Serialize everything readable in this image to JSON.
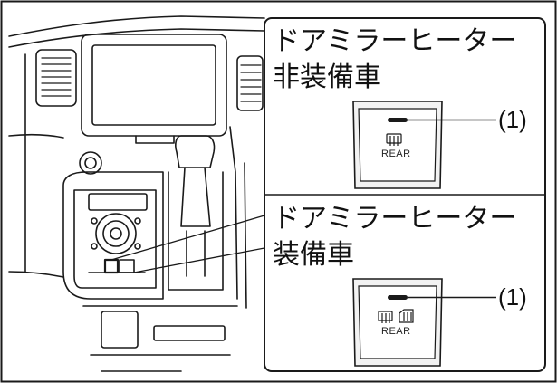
{
  "figure": {
    "illustration": "car-dashboard-line-drawing",
    "stroke_color": "#1a1a1a",
    "panel_fill": "#ffffff",
    "switch_fill": "#f2f2f2"
  },
  "panels": [
    {
      "title_line1": "ドアミラーヒーター",
      "title_line2": "非装備車",
      "switch_label": "REAR",
      "switch_icons": [
        "rear-defogger-icon"
      ],
      "callout": "(1)"
    },
    {
      "title_line1": "ドアミラーヒーター",
      "title_line2": "装備車",
      "switch_label": "REAR",
      "switch_icons": [
        "rear-defogger-icon",
        "mirror-heater-icon"
      ],
      "callout": "(1)"
    }
  ]
}
